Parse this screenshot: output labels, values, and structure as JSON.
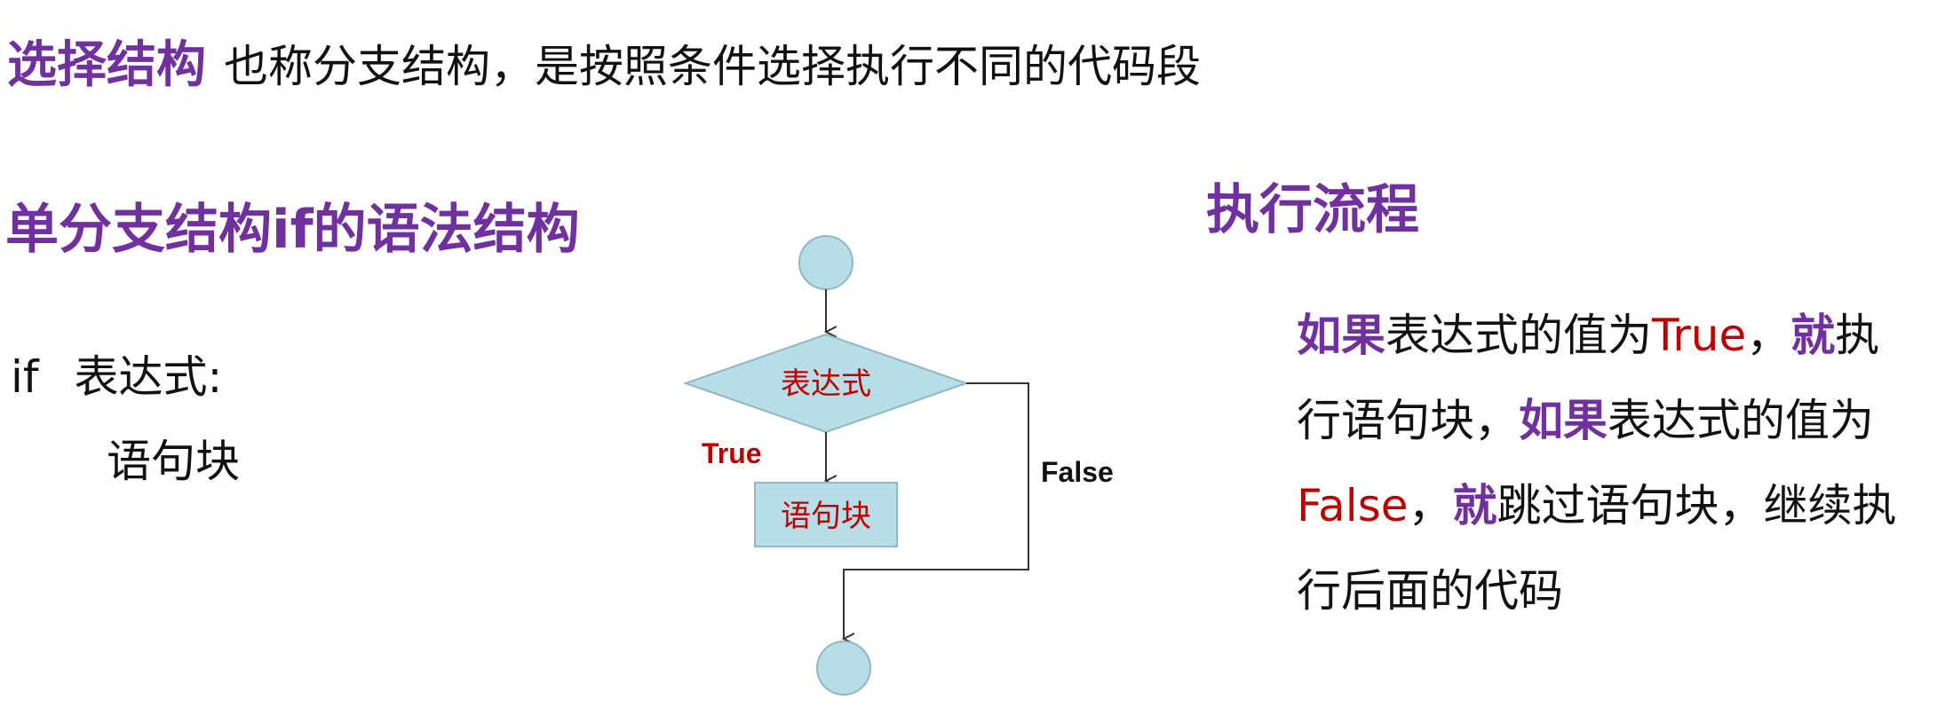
{
  "header": {
    "title": "选择结构",
    "description": "也称分支结构，是按照条件选择执行不同的代码段"
  },
  "syntax": {
    "heading": "单分支结构if的语法结构",
    "keyword": "if",
    "condition": "表达式:",
    "block": "语句块"
  },
  "flowchart": {
    "condition_label": "表达式",
    "block_label": "语句块",
    "true_label": "True",
    "false_label": "False"
  },
  "flow": {
    "heading": "执行流程",
    "line1": {
      "a": "如果",
      "b": "表达式的值为",
      "c": "True",
      "d": "，",
      "e": "就",
      "f": "执"
    },
    "line2": {
      "a": "行语句块，",
      "b": "如果",
      "c": "表达式的值为"
    },
    "line3": {
      "a": "False",
      "b": "，",
      "c": "就",
      "d": "跳过语句块，继续执"
    },
    "line4": {
      "a": "行后面的代码"
    }
  },
  "colors": {
    "accent": "#7030a0",
    "highlight": "#c00000",
    "shape_fill": "#b7dde6",
    "line": "#333333"
  }
}
